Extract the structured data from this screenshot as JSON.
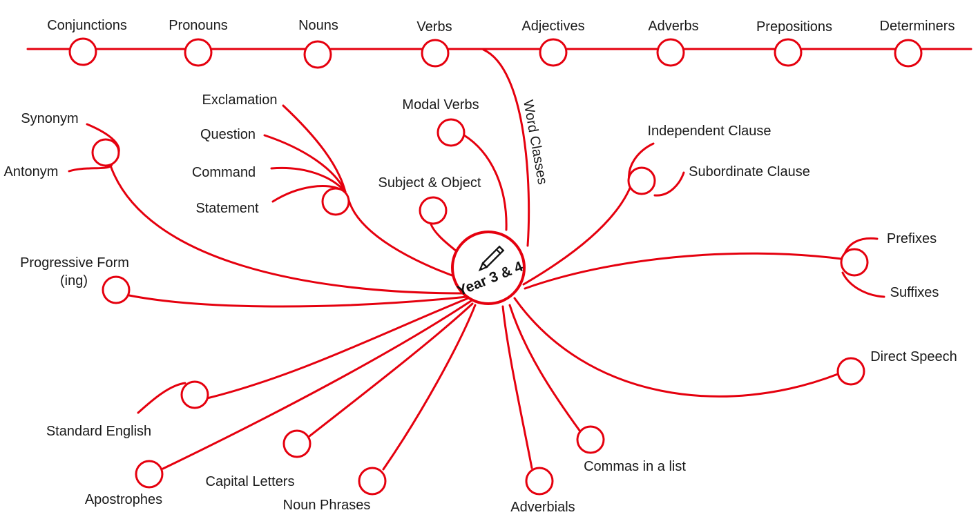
{
  "word_classes": {
    "label": "Word Classes",
    "items": [
      "Conjunctions",
      "Pronouns",
      "Nouns",
      "Verbs",
      "Adjectives",
      "Adverbs",
      "Prepositions",
      "Determiners"
    ]
  },
  "hub": {
    "title": "Year 3 & 4",
    "icon": "pencil-icon"
  },
  "topics": {
    "synonym": "Synonym",
    "antonym": "Antonym",
    "exclamation": "Exclamation",
    "question": "Question",
    "command": "Command",
    "statement": "Statement",
    "modal_verbs": "Modal Verbs",
    "subject_object": "Subject & Object",
    "independent_clause": "Independent Clause",
    "subordinate_clause": "Subordinate Clause",
    "prefixes": "Prefixes",
    "suffixes": "Suffixes",
    "progressive_form_line1": "Progressive Form",
    "progressive_form_line2": "(ing)",
    "direct_speech": "Direct Speech",
    "standard_english": "Standard English",
    "apostrophes": "Apostrophes",
    "capital_letters": "Capital Letters",
    "noun_phrases": "Noun Phrases",
    "adverbials": "Adverbials",
    "commas_in_a_list": "Commas in a list"
  },
  "colors": {
    "accent": "#e5000e",
    "text": "#1a1a1a"
  }
}
